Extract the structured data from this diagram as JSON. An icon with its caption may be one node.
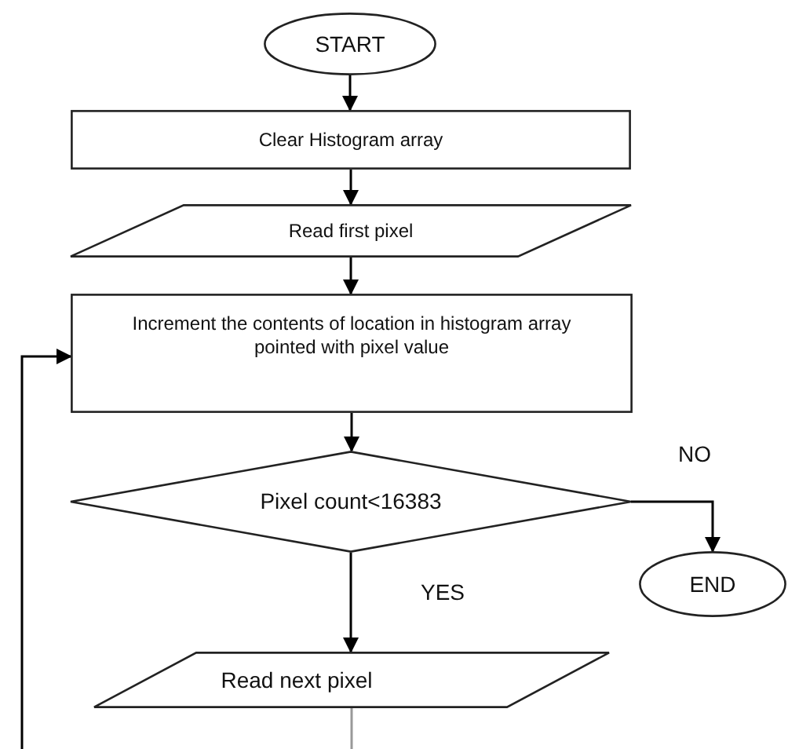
{
  "diagram": {
    "nodes": [
      {
        "text": [
          "START"
        ]
      },
      {
        "text": [
          "Clear Histogram array"
        ]
      },
      {
        "text": [
          "Read first pixel"
        ]
      },
      {
        "text": [
          "Increment the contents of location in histogram array pointed with pixel value"
        ]
      },
      {
        "text": [
          "Pixel count<16383"
        ]
      },
      {
        "text": [
          "END"
        ]
      },
      {
        "text": [
          "Read next pixel"
        ]
      }
    ],
    "edges": [
      {
        "from": 0,
        "to": 1,
        "arrow": "to"
      },
      {
        "from": 1,
        "to": 2,
        "arrow": "to"
      },
      {
        "from": 2,
        "to": 3,
        "arrow": "to"
      },
      {
        "from": 3,
        "to": 4,
        "arrow": "to"
      },
      {
        "from": 4,
        "to": 5,
        "arrow": "to",
        "label": "NO"
      },
      {
        "from": 4,
        "to": 6,
        "arrow": "to",
        "label": "YES"
      },
      {
        "from": 6,
        "to": null,
        "arrow": "none",
        "color": "#999999"
      },
      {
        "from": null,
        "to": 3,
        "arrow": "to"
      }
    ]
  }
}
